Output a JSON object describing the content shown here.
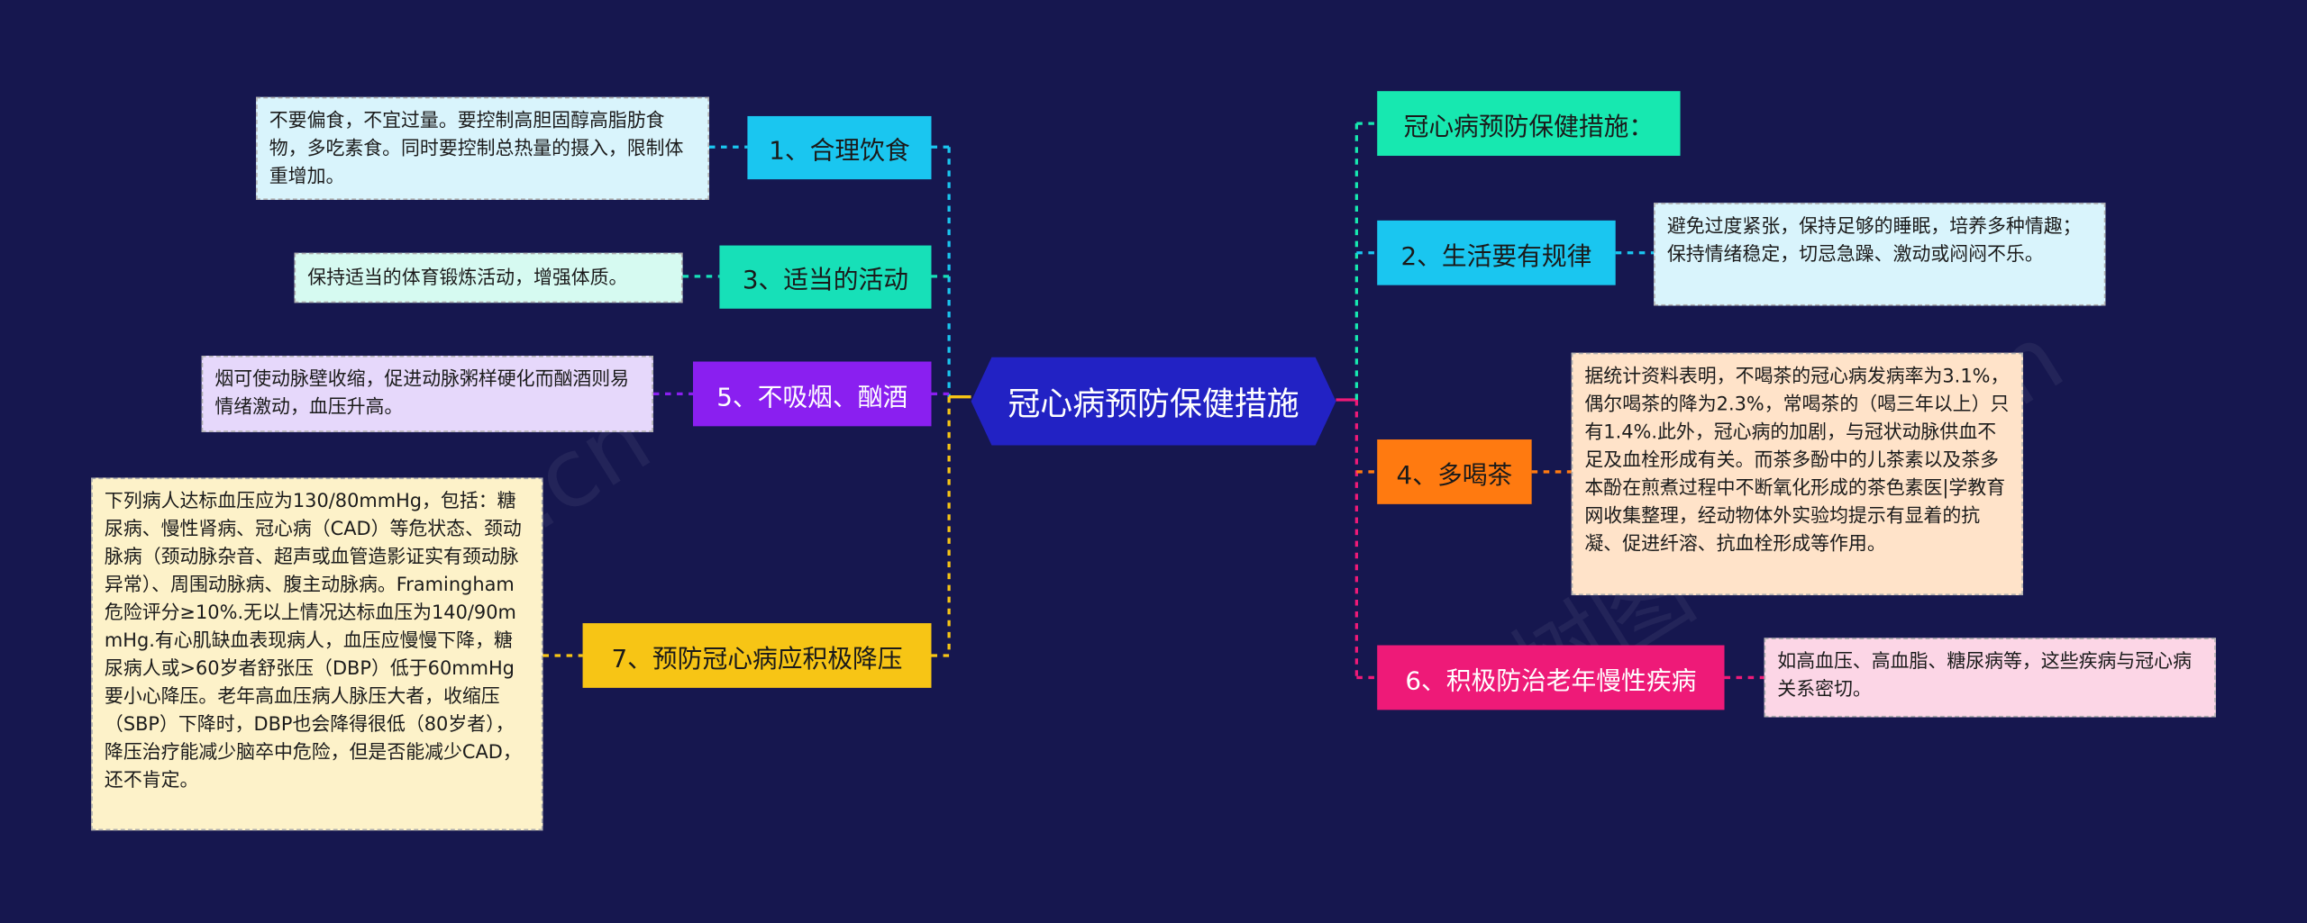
{
  "center": {
    "title": "冠心病预防保健措施",
    "color": "#2222c4"
  },
  "left_branches": [
    {
      "label": "1、合理饮食",
      "color": "#1ac6f0",
      "note": "不要偏食，不宜过量。要控制高胆固醇高脂肪食物，多吃素食。同时要控制总热量的摄入，限制体重增加。",
      "note_bg": "#d9f4fc"
    },
    {
      "label": "3、适当的活动",
      "color": "#17e0b8",
      "note": "保持适当的体育锻炼活动，增强体质。",
      "note_bg": "#d6faf1"
    },
    {
      "label": "5、不吸烟、酗酒",
      "color": "#8a1ff0",
      "note": "烟可使动脉壁收缩，促进动脉粥样硬化而酗酒则易情绪激动，血压升高。",
      "note_bg": "#e6d8fb"
    },
    {
      "label": "7、预防冠心病应积极降压",
      "color": "#f7c515",
      "note": "下列病人达标血压应为130/80mmHg，包括：糖尿病、慢性肾病、冠心病（CAD）等危状态、颈动脉病（颈动脉杂音、超声或血管造影证实有颈动脉异常）、周围动脉病、腹主动脉病。Framingham危险评分≥10%.无以上情况达标血压为140/90mmHg.有心肌缺血表现病人，血压应慢慢下降，糖尿病人或>60岁者舒张压（DBP）低于60mmHg要小心降压。老年高血压病人脉压大者，收缩压（SBP）下降时，DBP也会降得很低（80岁者），降压治疗能减少脑卒中危险，但是否能减少CAD，还不肯定。",
      "note_bg": "#fdf2c9"
    }
  ],
  "right_branches": [
    {
      "label": "冠心病预防保健措施：",
      "color": "#17e8b0"
    },
    {
      "label": "2、生活要有规律",
      "color": "#1ac6f0",
      "note": "避免过度紧张，保持足够的睡眠，培养多种情趣；保持情绪稳定，切忌急躁、激动或闷闷不乐。",
      "note_bg": "#d9f4fc"
    },
    {
      "label": "4、多喝茶",
      "color": "#ff7a10",
      "note": "据统计资料表明，不喝茶的冠心病发病率为3.1%，偶尔喝茶的降为2.3%，常喝茶的（喝三年以上）只有1.4%.此外，冠心病的加剧，与冠状动脉供血不足及血栓形成有关。而茶多酚中的儿茶素以及茶多本酚在煎煮过程中不断氧化形成的茶色素医|学教育网收集整理，经动物体外实验均提示有显着的抗凝、促进纤溶、抗血栓形成等作用。",
      "note_bg": "#ffe3c9"
    },
    {
      "label": "6、积极防治老年慢性疾病",
      "color": "#ee1a78",
      "note": "如高血压、高血脂、糖尿病等，这些疾病与冠心病关系密切。",
      "note_bg": "#fcd6e6"
    }
  ]
}
